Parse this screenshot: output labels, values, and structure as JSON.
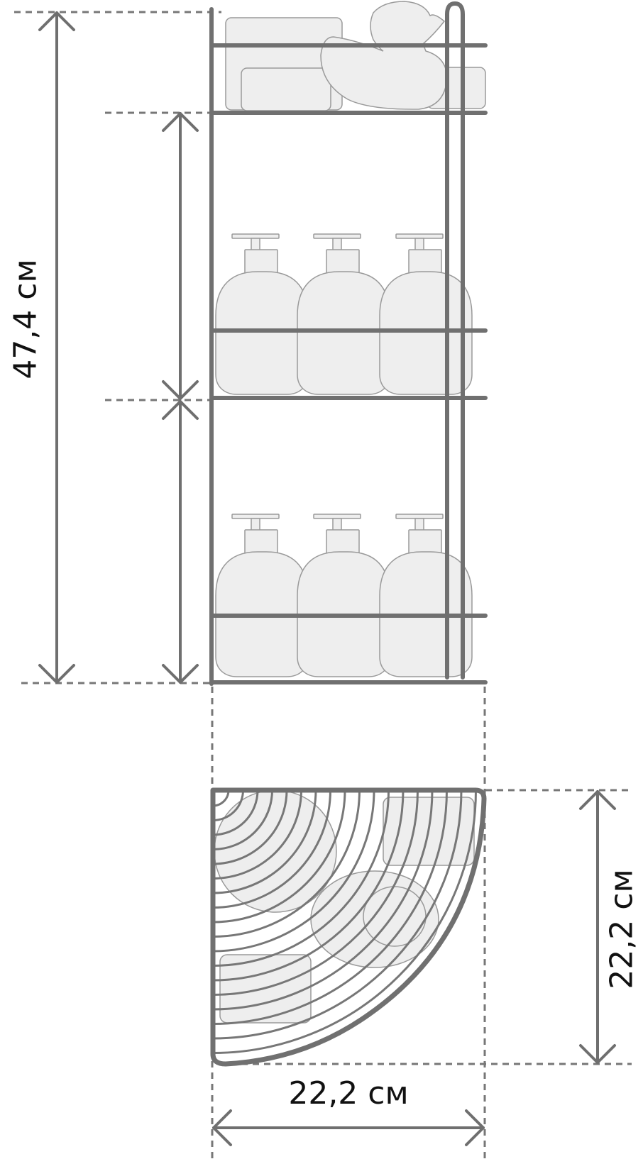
{
  "dimensions": {
    "total_height": "47,4 см",
    "depth": "22,2 см",
    "width": "22,2 см"
  },
  "colors": {
    "frame": "#707070",
    "object_fill": "#eeeeee",
    "object_stroke": "#9a9a9a",
    "arrow": "#6f6f6f",
    "dashed": "#777777"
  }
}
